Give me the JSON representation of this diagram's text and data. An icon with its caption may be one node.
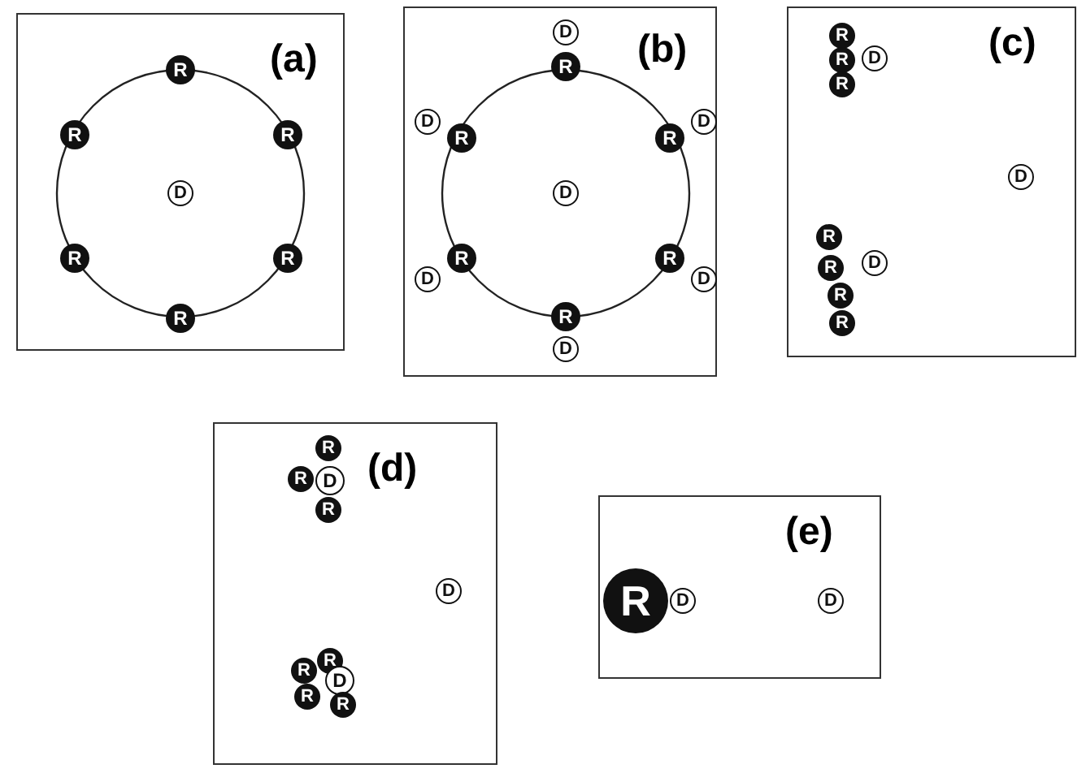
{
  "diagram": {
    "nodes": [
      {
        "text": [
          "(a)"
        ]
      },
      {
        "text": [
          "R"
        ],
        "in": 0
      },
      {
        "text": [
          "R"
        ],
        "in": 0
      },
      {
        "text": [
          "R"
        ],
        "in": 0
      },
      {
        "text": [
          "D"
        ],
        "in": 0
      },
      {
        "text": [
          "R"
        ],
        "in": 0
      },
      {
        "text": [
          "R"
        ],
        "in": 0
      },
      {
        "text": [
          "R"
        ],
        "in": 0
      },
      {
        "text": [
          "(b)"
        ]
      },
      {
        "text": [
          "D"
        ],
        "in": 8
      },
      {
        "text": [
          "R"
        ],
        "in": 8
      },
      {
        "text": [
          "D"
        ],
        "in": 8
      },
      {
        "text": [
          "R"
        ],
        "in": 8
      },
      {
        "text": [
          "R"
        ],
        "in": 8
      },
      {
        "text": [
          "D"
        ],
        "in": 8
      },
      {
        "text": [
          "D"
        ],
        "in": 8
      },
      {
        "text": [
          "R"
        ],
        "in": 8
      },
      {
        "text": [
          "R"
        ],
        "in": 8
      },
      {
        "text": [
          "D"
        ],
        "in": 8
      },
      {
        "text": [
          "D"
        ],
        "in": 8
      },
      {
        "text": [
          "R"
        ],
        "in": 8
      },
      {
        "text": [
          "D"
        ],
        "in": 8
      },
      {
        "text": [
          "(c)"
        ]
      },
      {
        "text": [
          "R"
        ],
        "in": 22
      },
      {
        "text": [
          "R"
        ],
        "in": 22
      },
      {
        "text": [
          "D"
        ],
        "in": 22
      },
      {
        "text": [
          "R"
        ],
        "in": 22
      },
      {
        "text": [
          "D"
        ],
        "in": 22
      },
      {
        "text": [
          "R"
        ],
        "in": 22
      },
      {
        "text": [
          "R"
        ],
        "in": 22
      },
      {
        "text": [
          "D"
        ],
        "in": 22
      },
      {
        "text": [
          "R"
        ],
        "in": 22
      },
      {
        "text": [
          "R"
        ],
        "in": 22
      },
      {
        "text": [
          "(d)"
        ]
      },
      {
        "text": [
          "R"
        ],
        "in": 33
      },
      {
        "text": [
          "R"
        ],
        "in": 33
      },
      {
        "text": [
          "D"
        ],
        "in": 33
      },
      {
        "text": [
          "R"
        ],
        "in": 33
      },
      {
        "text": [
          "D"
        ],
        "in": 33
      },
      {
        "text": [
          "R"
        ],
        "in": 33
      },
      {
        "text": [
          "R"
        ],
        "in": 33
      },
      {
        "text": [
          "D"
        ],
        "in": 33
      },
      {
        "text": [
          "R"
        ],
        "in": 33
      },
      {
        "text": [
          "R"
        ],
        "in": 33
      },
      {
        "text": [
          "(e)"
        ]
      },
      {
        "text": [
          "R"
        ],
        "in": 44
      },
      {
        "text": [
          "D"
        ],
        "in": 44
      },
      {
        "text": [
          "D"
        ],
        "in": 44
      }
    ]
  }
}
